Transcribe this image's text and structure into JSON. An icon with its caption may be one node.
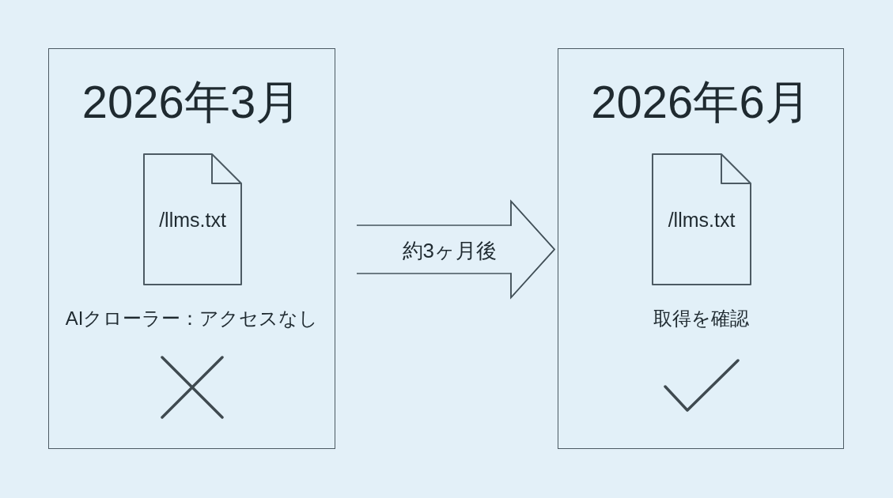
{
  "diagram": {
    "nodes": [
      {
        "text": [
          "2026年3月",
          "AIクローラー：アクセスなし"
        ]
      },
      {
        "text": [
          "/llms.txt"
        ],
        "in": 0
      },
      {
        "text": [
          "2026年6月",
          "取得を確認"
        ]
      },
      {
        "text": [
          "/llms.txt"
        ],
        "in": 2
      }
    ],
    "edges": [
      {
        "from": 0,
        "to": 2,
        "arrow": "to",
        "label": "約3ヶ月後"
      }
    ]
  }
}
